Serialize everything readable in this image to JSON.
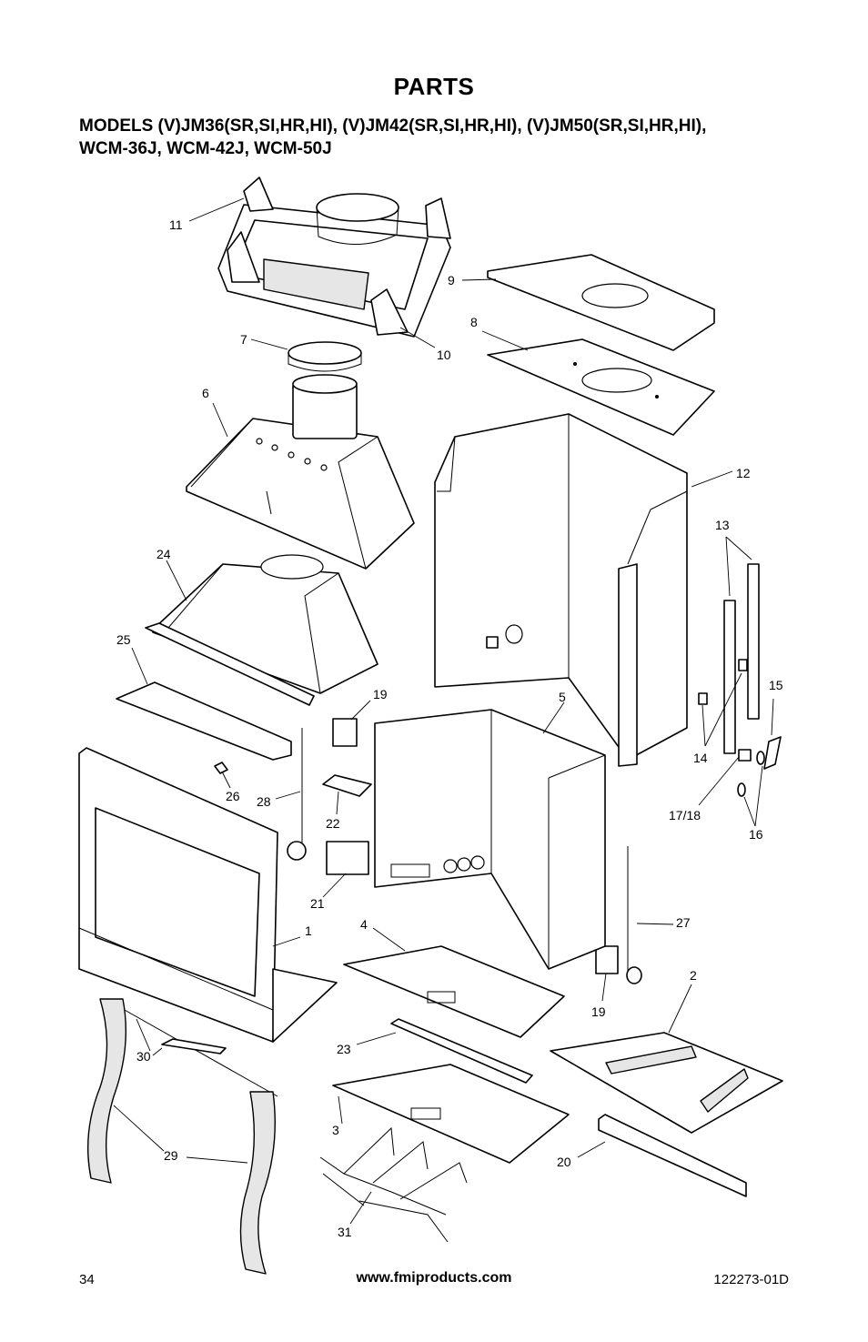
{
  "page": {
    "title": "PARTS",
    "models_line1": "MODELS (V)JM36(SR,SI,HR,HI),  (V)JM42(SR,SI,HR,HI), (V)JM50(SR,SI,HR,HI),",
    "models_line2": "WCM-36J, WCM-42J, WCM-50J"
  },
  "callouts": [
    "11",
    "9",
    "8",
    "7",
    "10",
    "6",
    "12",
    "13",
    "24",
    "25",
    "19",
    "5",
    "15",
    "14",
    "17/18",
    "16",
    "26",
    "28",
    "22",
    "21",
    "1",
    "4",
    "27",
    "2",
    "19",
    "30",
    "23",
    "3",
    "29",
    "20",
    "31"
  ],
  "footer": {
    "page_number": "34",
    "website": "www.fmiproducts.com",
    "doc_number": "122273-01D"
  }
}
